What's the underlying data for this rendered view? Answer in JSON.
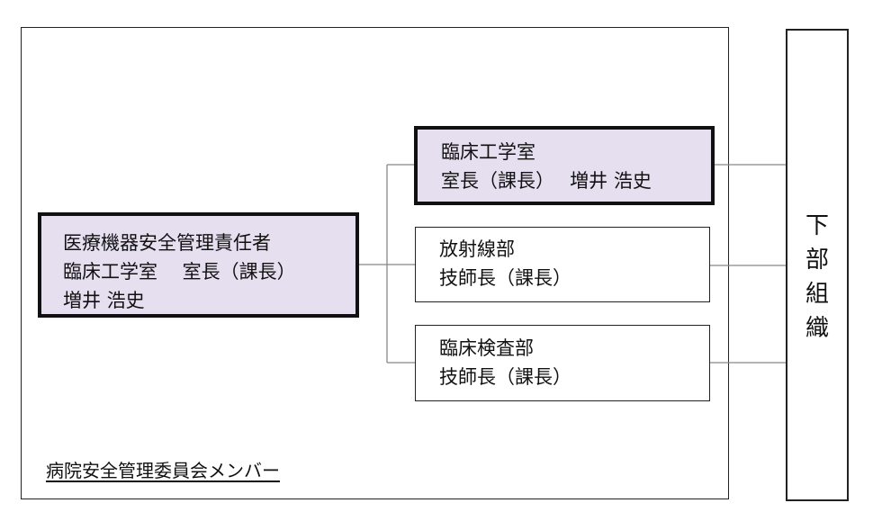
{
  "manager": {
    "line1": "医療機器安全管理責任者",
    "line2": "臨床工学室　 室長（課長）",
    "line3": "増井 浩史"
  },
  "members": [
    {
      "line1": "臨床工学室",
      "line2": "室長（課長）　 増井 浩史"
    },
    {
      "line1": "放射線部",
      "line2": "技師長（課長）"
    },
    {
      "line1": "臨床検査部",
      "line2": "技師長（課長）"
    }
  ],
  "committee_label": "病院安全管理委員会メンバー",
  "sub_org_label": [
    "下",
    "部",
    "組",
    "織"
  ],
  "colors": {
    "emphasis_fill": "#e5dff0",
    "border": "#111111",
    "connector": "#888888"
  }
}
